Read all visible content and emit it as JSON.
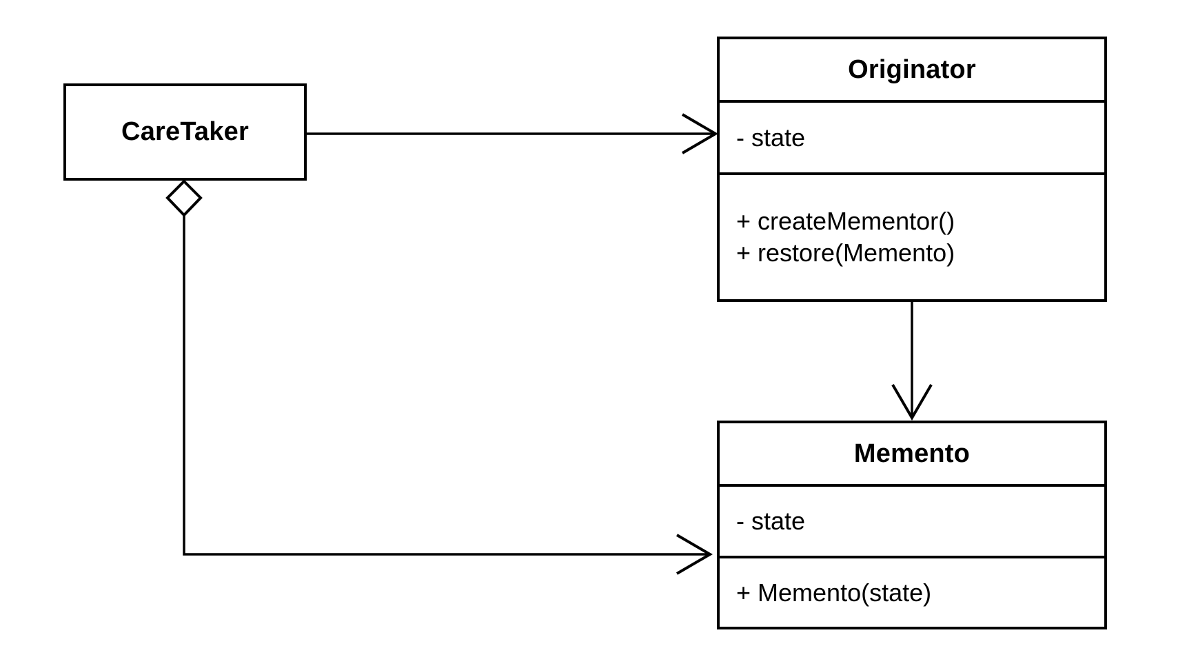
{
  "diagram": {
    "kind": "UML class diagram",
    "pattern": "Memento",
    "colors": {
      "background": "#ffffff",
      "stroke": "#000000",
      "box_fill": "#ffffff",
      "text": "#000000"
    },
    "classes": [
      {
        "name": "CareTaker",
        "attributes": [],
        "methods": []
      },
      {
        "name": "Originator",
        "attributes": [
          "- state"
        ],
        "methods": [
          "+ createMementor()",
          "+ restore(Memento)"
        ]
      },
      {
        "name": "Memento",
        "attributes": [
          "- state"
        ],
        "methods": [
          "+ Memento(state)"
        ]
      }
    ],
    "relationships": [
      {
        "from": "CareTaker",
        "to": "Originator",
        "type": "directed association",
        "target_marker": "open arrowhead",
        "source_marker": "none"
      },
      {
        "from": "Originator",
        "to": "Memento",
        "type": "directed association",
        "target_marker": "open arrowhead",
        "source_marker": "none"
      },
      {
        "from": "CareTaker",
        "to": "Memento",
        "type": "aggregation",
        "target_marker": "open arrowhead",
        "source_marker": "hollow diamond"
      }
    ]
  }
}
